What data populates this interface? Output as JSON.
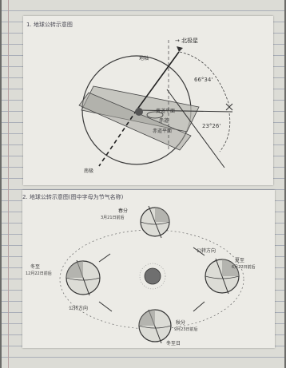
{
  "notebook_page": {
    "sheet1": {
      "title": "1. 地球公转示意图",
      "labels": {
        "north_star": "→ 北极星",
        "axis": "地轴",
        "angle_top": "66°34'",
        "angle_side": "23°26'",
        "ecliptic": "黄道平面",
        "equator": "赤道",
        "equator_plane": "赤道平面",
        "south": "南极"
      }
    },
    "sheet2": {
      "title": "2. 地球公转示意图(图中字母为节气名称)",
      "labels": {
        "spring": "春分",
        "spring_sub": "3月21日前后",
        "summer": "夏至",
        "summer_sub": "6月22日前后",
        "autumn": "秋分",
        "autumn_sub": "9月23日前后",
        "winter": "冬至",
        "winter_sub": "12月22日前后",
        "direction1": "公转方向",
        "direction2": "公转方向",
        "bottom_note": "冬至日"
      }
    }
  }
}
